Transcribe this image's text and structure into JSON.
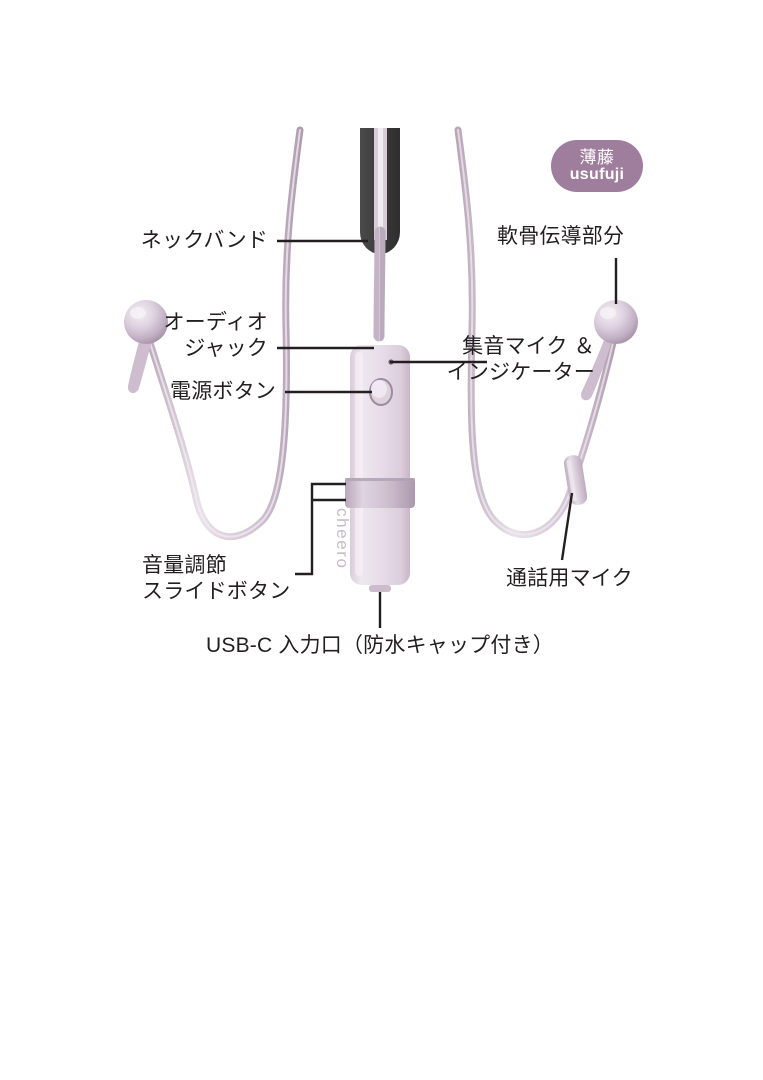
{
  "product": {
    "brand": "cheero",
    "color_badge": {
      "name_jp": "薄藤",
      "name_romaji": "usufuji",
      "badge_color": "#9f7d9c"
    }
  },
  "palette": {
    "background": "#ffffff",
    "text": "#231f20",
    "leader_line": "#231f20",
    "cable_light": "#e4dbe4",
    "cable_mid": "#cfc0cf",
    "cable_dark": "#b6a3b6",
    "body_light": "#efe7ef",
    "body_mid": "#e2d5e3",
    "body_shadow": "#cbbacb",
    "clip_dark": "#3f3f40",
    "clip_darker": "#303031",
    "badge": "#9f7d9c"
  },
  "callouts": [
    {
      "id": "neckband",
      "label": "ネックバンド",
      "align": "right",
      "points_to": "dark neckband clip at top"
    },
    {
      "id": "audio-jack",
      "label": "オーディオ\nジャック",
      "align": "right",
      "points_to": "cable stem entering body top"
    },
    {
      "id": "power-button",
      "label": "電源ボタン",
      "align": "right",
      "points_to": "round button on body"
    },
    {
      "id": "volume-slide-button",
      "label": "音量調節\nスライドボタン",
      "align": "left",
      "points_to": "slide ring on body"
    },
    {
      "id": "usb-c-port",
      "label": "USB-C 入力口（防水キャップ付き）",
      "align": "center",
      "points_to": "bottom of body"
    },
    {
      "id": "cartilage-conduction",
      "label": "軟骨伝導部分",
      "align": "left",
      "points_to": "right spherical earpiece"
    },
    {
      "id": "pickup-mic-indicator",
      "label": "集音マイク ＆\nインジケーター",
      "align": "right",
      "points_to": "indicator dot on body"
    },
    {
      "id": "call-mic",
      "label": "通話用マイク",
      "align": "left",
      "points_to": "inline microphone module on right cable"
    }
  ]
}
